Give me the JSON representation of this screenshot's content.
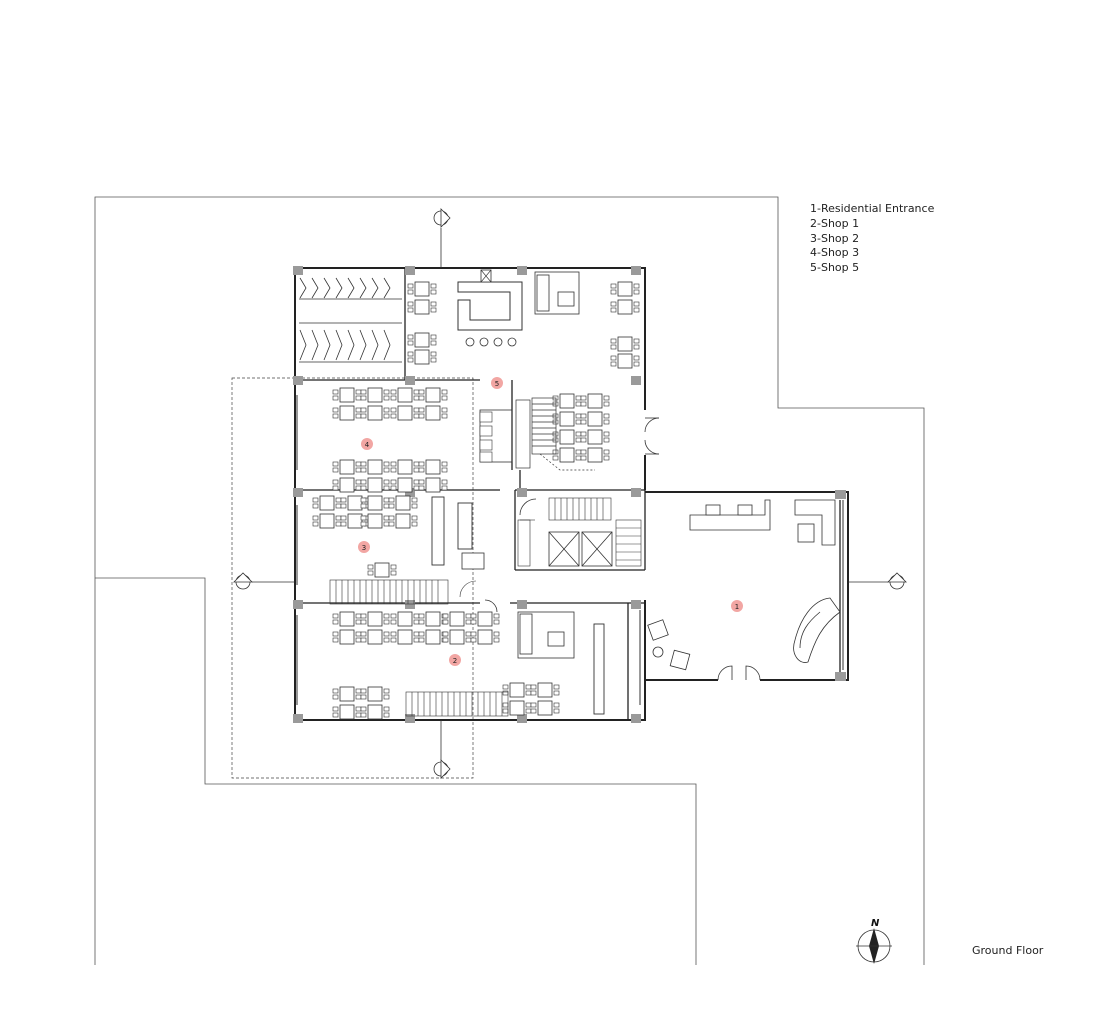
{
  "legend": {
    "items": [
      "1-Residential Entrance",
      "2-Shop 1",
      "3-Shop 2",
      "4-Shop 3",
      "5-Shop 5"
    ]
  },
  "drawing_title": "Ground Floor",
  "north_label": "N",
  "space_markers": [
    "1",
    "2",
    "3",
    "4",
    "5"
  ],
  "colors": {
    "marker": "#f2a6a3",
    "column": "#9a9a9a",
    "line": "#222222",
    "boundary": "#555555"
  },
  "icons": [
    "north-arrow-icon",
    "section-marker-icon",
    "door-swing-icon",
    "stair-icon",
    "elevator-icon",
    "table-icon",
    "sofa-icon",
    "armchair-icon"
  ]
}
